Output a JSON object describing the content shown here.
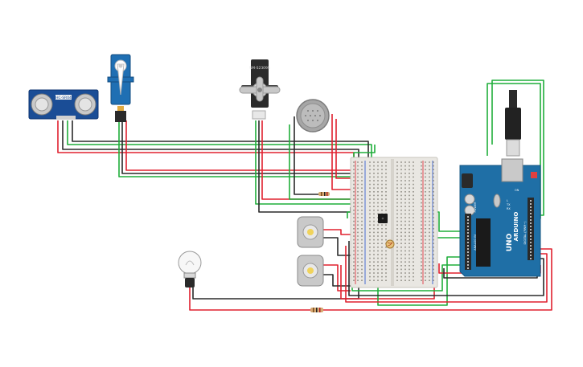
{
  "components": {
    "ultrasonic_sensor": {
      "label": "HC-SR04"
    },
    "micro_servo": {
      "label": ""
    },
    "positional_servo": {
      "label": "SM-S2309S"
    },
    "piezo_buzzer": {
      "label": ""
    },
    "dc_motor_top": {
      "label": ""
    },
    "dc_motor_bottom": {
      "label": ""
    },
    "light_bulb": {
      "label": ""
    },
    "breadboard": {
      "label": ""
    },
    "arduino": {
      "logo": "ARDUINO",
      "model": "UNO",
      "digital_header_label": "DIGITAL (PWM~)",
      "analog_header_label": "ANALOG IN",
      "power_label": "POWER",
      "tx_label": "TX",
      "rx_label": "RX",
      "l_label": "L",
      "on_label": "ON"
    }
  },
  "colors": {
    "wire_red": "#e0212f",
    "wire_black": "#2a2a2a",
    "wire_green": "#1fae3a",
    "board_blue": "#1f6fa6",
    "breadboard_body": "#e9e7e2"
  }
}
